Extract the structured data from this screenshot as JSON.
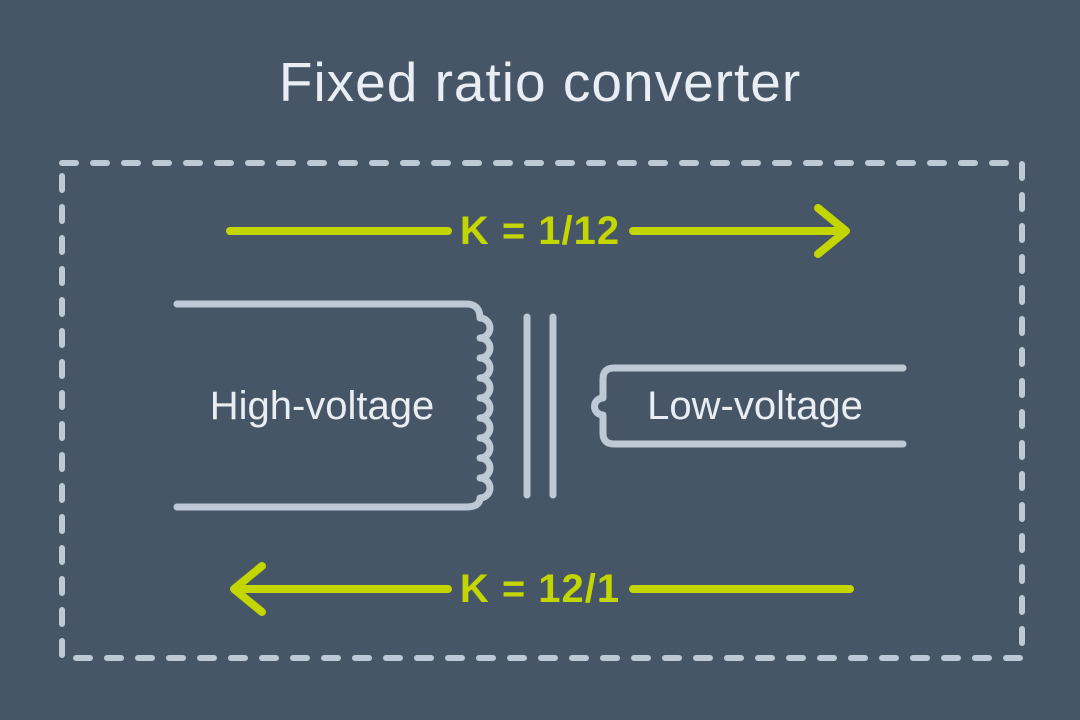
{
  "diagram": {
    "title": "Fixed ratio converter",
    "top_arrow": {
      "label": "K = 1/12",
      "direction": "right"
    },
    "bottom_arrow": {
      "label": "K = 12/1",
      "direction": "left"
    },
    "windings": {
      "primary_label": "High-voltage",
      "secondary_label": "Low-voltage"
    },
    "colors": {
      "background": "#475666",
      "line": "#bdc9d4",
      "text": "#e8eef4",
      "accent": "#c3d600"
    }
  }
}
